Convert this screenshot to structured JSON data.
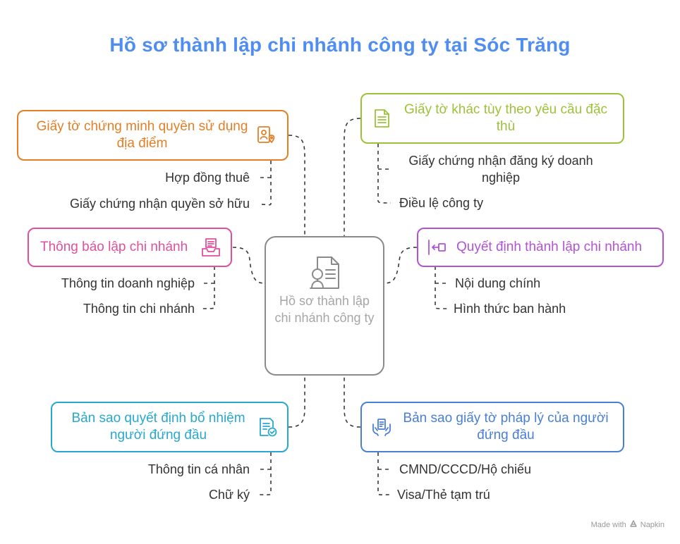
{
  "title": "Hồ sơ thành lập chi nhánh công ty tại Sóc Trăng",
  "center": {
    "label": "Hồ sơ thành lập chi nhánh công ty",
    "icon": "document-seal-icon"
  },
  "colors": {
    "title": "#4f8ef0",
    "orange": "#e37f27",
    "pink": "#e0509c",
    "teal": "#28a8d0",
    "olive": "#9dc23a",
    "purple": "#b253d6",
    "blue": "#4a7fd6",
    "center": "#8a8a8a"
  },
  "branches": {
    "location": {
      "label": "Giấy tờ chứng minh quyền sử dụng địa điểm",
      "icon": "location-document-icon",
      "items": [
        "Hợp đồng thuê",
        "Giấy chứng nhận quyền sở hữu"
      ]
    },
    "notice": {
      "label": "Thông báo lập chi nhánh",
      "icon": "inbox-document-icon",
      "items": [
        "Thông tin doanh nghiệp",
        "Thông tin chi nhánh"
      ]
    },
    "appointment": {
      "label": "Bản sao quyết định bổ nhiệm người đứng đầu",
      "icon": "checked-document-icon",
      "items": [
        "Thông tin cá nhân",
        "Chữ ký"
      ]
    },
    "other": {
      "label": "Giấy tờ khác tùy theo yêu cầu đặc thù",
      "icon": "document-lines-icon",
      "items": [
        "Giấy chứng nhận đăng ký doanh nghiệp",
        "Điều lệ công ty"
      ]
    },
    "decision": {
      "label": "Quyết định thành lập chi nhánh",
      "icon": "arrow-into-box-icon",
      "items": [
        "Nội dung chính",
        "Hình thức ban hành"
      ]
    },
    "legal": {
      "label": "Bản sao giấy tờ pháp lý của người đứng đầu",
      "icon": "hands-document-icon",
      "items": [
        "CMND/CCCD/Hộ chiếu",
        "Visa/Thẻ tạm trú"
      ]
    }
  },
  "footer": {
    "made_with": "Made with",
    "brand": "Napkin"
  }
}
